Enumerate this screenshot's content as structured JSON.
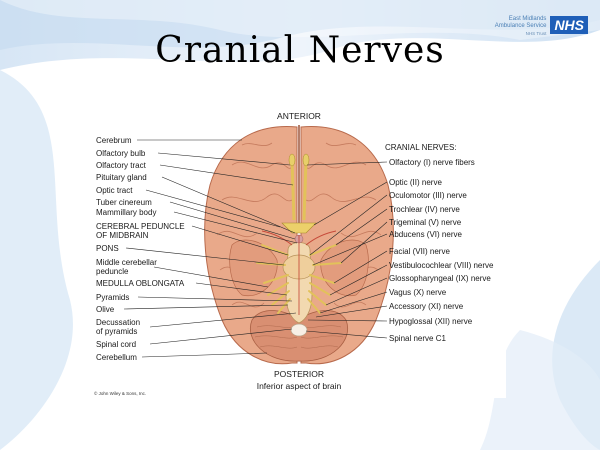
{
  "slide": {
    "title": "Cranial Nerves"
  },
  "logo": {
    "line1": "East Midlands",
    "line2": "Ambulance Service",
    "line3": "NHS Trust",
    "badge": "NHS"
  },
  "figure": {
    "top_caption": "ANTERIOR",
    "bottom_caption": "POSTERIOR",
    "subtitle": "Inferior aspect of brain",
    "copyright": "© John Wiley & Sons, Inc.",
    "left_labels": [
      "Cerebrum",
      "Olfactory bulb",
      "Olfactory tract",
      "Pituitary gland",
      "Optic tract",
      "Tuber cinereum",
      "Mammillary body",
      "CEREBRAL PEDUNCLE",
      "OF MIDBRAIN",
      "PONS",
      "Middle cerebellar",
      "peduncle",
      "MEDULLA OBLONGATA",
      "Pyramids",
      "Olive",
      "Decussation",
      "of pyramids",
      "Spinal cord",
      "Cerebellum"
    ],
    "right_heading": "CRANIAL NERVES:",
    "right_labels": [
      "Olfactory (I) nerve fibers",
      "Optic (II) nerve",
      "Oculomotor (III) nerve",
      "Trochlear (IV) nerve",
      "Trigeminal (V) nerve",
      "Abducens (VI) nerve",
      "Facial (VII) nerve",
      "Vestibulocochlear (VIII) nerve",
      "Glossopharyngeal (IX) nerve",
      "Vagus (X) nerve",
      "Accessory (XI) nerve",
      "Hypoglossal (XII) nerve",
      "Spinal nerve C1"
    ]
  },
  "colors": {
    "brain": "#e9a98a",
    "brain_dark": "#c97a5c",
    "nerve": "#e2c25a",
    "background_wave": "#c9ddf1"
  }
}
